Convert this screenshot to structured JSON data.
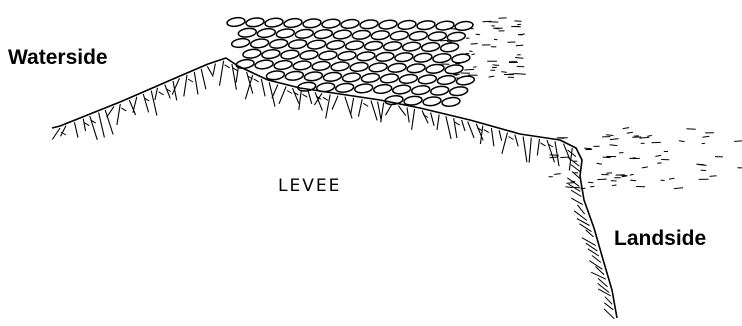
{
  "diagram": {
    "labels": {
      "waterside": "Waterside",
      "levee": "LEVEE",
      "landside": "Landside"
    },
    "colors": {
      "ink": "#000000",
      "background": "#ffffff"
    }
  }
}
